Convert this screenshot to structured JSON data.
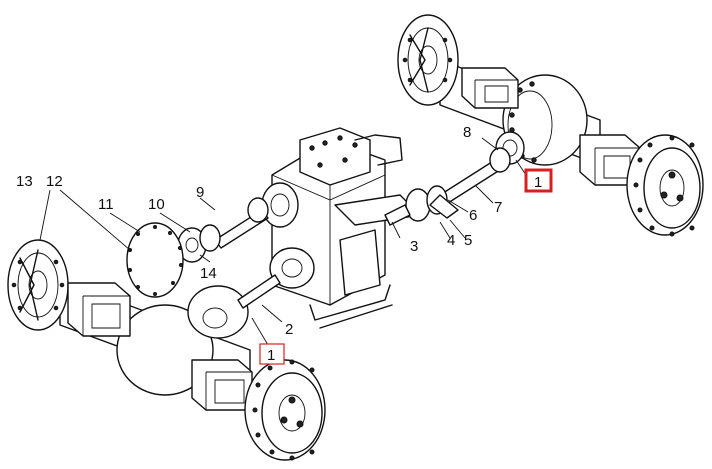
{
  "callouts": {
    "c1_right": "1",
    "c1_left": "1",
    "c2": "2",
    "c3": "3",
    "c4": "4",
    "c5": "5",
    "c6": "6",
    "c7": "7",
    "c8": "8",
    "c9": "9",
    "c10": "10",
    "c11": "11",
    "c12": "12",
    "c13": "13",
    "c14": "14"
  },
  "highlight": {
    "selected_callout": "1",
    "selected_color": "#d42020",
    "normal_box_color": "#d42020"
  }
}
